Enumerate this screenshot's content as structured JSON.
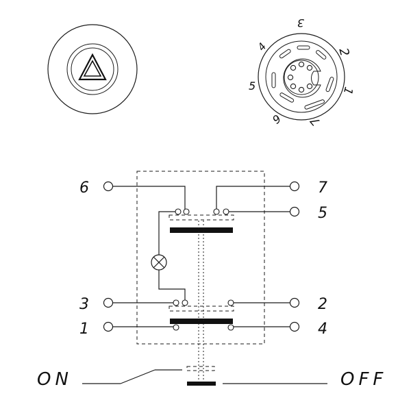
{
  "socket_labels": {
    "n1": "1",
    "n2": "2",
    "n3": "3",
    "n4": "4",
    "n5": "5",
    "n6": "6",
    "n7": "7"
  },
  "terminal_labels": {
    "t6": "6",
    "t7": "7",
    "t5": "5",
    "t3": "3",
    "t2": "2",
    "t1": "1",
    "t4": "4"
  },
  "state_labels": {
    "on": "ON",
    "off": "OFF"
  },
  "icons": {
    "button_symbol": "hazard-triangle-icon",
    "lamp_symbol": "indicator-lamp-icon"
  }
}
